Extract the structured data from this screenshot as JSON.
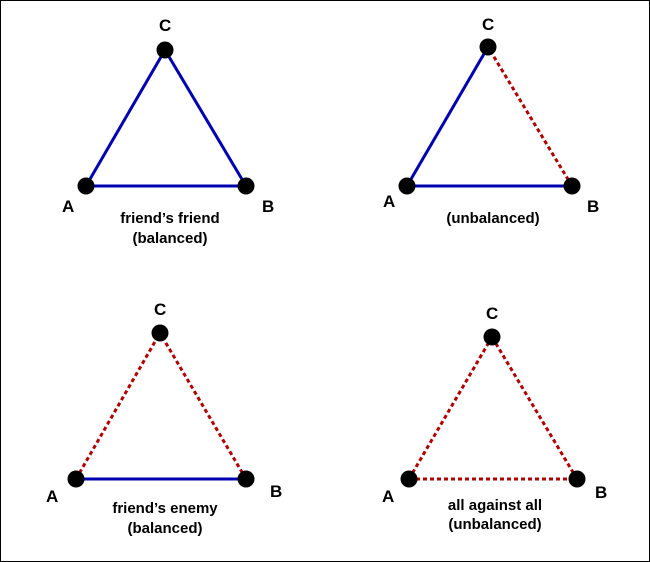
{
  "colors": {
    "positive": "#0000b0",
    "negative": "#b00000",
    "node": "#000000",
    "frame": "#000000"
  },
  "panels": [
    {
      "id": "top-left",
      "nodes": {
        "A": "A",
        "B": "B",
        "C": "C"
      },
      "edges": {
        "AC": "positive",
        "BC": "positive",
        "AB": "positive"
      },
      "caption": [
        "friend’s friend",
        "(balanced)"
      ]
    },
    {
      "id": "top-right",
      "nodes": {
        "A": "A",
        "B": "B",
        "C": "C"
      },
      "edges": {
        "AC": "positive",
        "BC": "negative",
        "AB": "positive"
      },
      "caption": [
        "(unbalanced)"
      ]
    },
    {
      "id": "bottom-left",
      "nodes": {
        "A": "A",
        "B": "B",
        "C": "C"
      },
      "edges": {
        "AC": "negative",
        "BC": "negative",
        "AB": "positive"
      },
      "caption": [
        "friend’s enemy",
        "(balanced)"
      ]
    },
    {
      "id": "bottom-right",
      "nodes": {
        "A": "A",
        "B": "B",
        "C": "C"
      },
      "edges": {
        "AC": "negative",
        "BC": "negative",
        "AB": "negative"
      },
      "caption": [
        "all against all",
        "(unbalanced)"
      ]
    }
  ]
}
